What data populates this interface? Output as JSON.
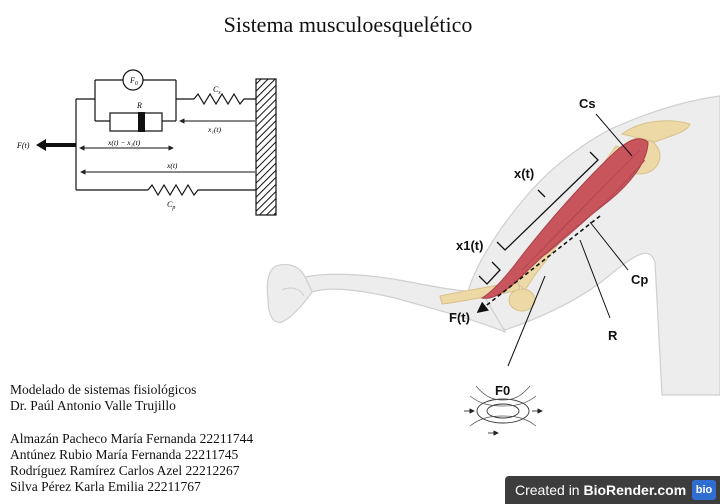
{
  "title": "Sistema musculoesquelético",
  "schematic": {
    "f0_label": "F",
    "f0_sub": "0",
    "cs_label": "C",
    "cs_sub": "s",
    "r_label": "R",
    "x1_label": "x₁(t)",
    "diff_label": "x(t) − x₁(t)",
    "x_label": "x(t)",
    "cp_label": "C",
    "cp_sub": "p",
    "f_label": "F(t)"
  },
  "anatomy": {
    "cs": "Cs",
    "xt": "x(t)",
    "x1t": "x1(t)",
    "cp": "Cp",
    "r": "R",
    "ft": "F(t)",
    "f0": "F0"
  },
  "course": {
    "line1": "Modelado de sistemas fisiológicos",
    "line2": "Dr. Paúl Antonio Valle Trujillo"
  },
  "authors": [
    "Almazán Pacheco María Fernanda 22211744",
    "Antúnez Rubio María Fernanda 22211745",
    "Rodríguez Ramírez Carlos Azel 22212267",
    "Silva Pérez Karla Emilia 22211767"
  ],
  "badge": {
    "prefix": "Created in ",
    "brand": "BioRender.com",
    "logo": "bio"
  },
  "colors": {
    "muscle": "#c9555c",
    "bone": "#ecd9a6",
    "skin": "#ededed",
    "badge_bg": "#3d3d3d"
  }
}
